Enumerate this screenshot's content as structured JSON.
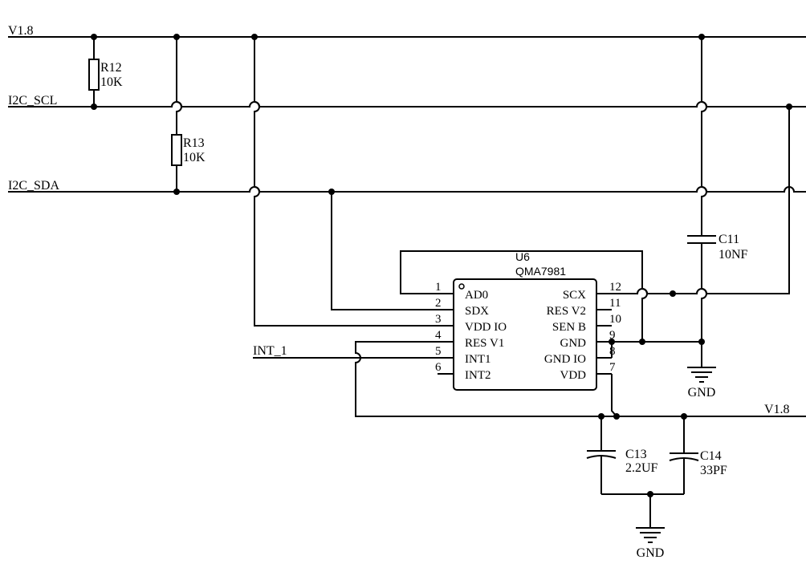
{
  "nets": {
    "v18_top": "V1.8",
    "scl": "I2C_SCL",
    "sda": "I2C_SDA",
    "int1": "INT_1",
    "v18_bottom": "V1.8"
  },
  "resistors": {
    "r12": {
      "ref": "R12",
      "value": "10K"
    },
    "r13": {
      "ref": "R13",
      "value": "10K"
    }
  },
  "capacitors": {
    "c11": {
      "ref": "C11",
      "value": "10NF"
    },
    "c13": {
      "ref": "C13",
      "value": "2.2UF"
    },
    "c14": {
      "ref": "C14",
      "value": "33PF"
    }
  },
  "chip": {
    "ref": "U6",
    "part": "QMA7981",
    "left_pins": [
      {
        "num": "1",
        "name": "AD0"
      },
      {
        "num": "2",
        "name": "SDX"
      },
      {
        "num": "3",
        "name": "VDD IO"
      },
      {
        "num": "4",
        "name": "RES V1"
      },
      {
        "num": "5",
        "name": "INT1"
      },
      {
        "num": "6",
        "name": "INT2"
      }
    ],
    "right_pins": [
      {
        "num": "12",
        "name": "SCX"
      },
      {
        "num": "11",
        "name": "RES V2"
      },
      {
        "num": "10",
        "name": "SEN B"
      },
      {
        "num": "9",
        "name": "GND"
      },
      {
        "num": "8",
        "name": "GND IO"
      },
      {
        "num": "7",
        "name": "VDD"
      }
    ]
  },
  "grounds": {
    "gnd1": "GND",
    "gnd2": "GND"
  }
}
